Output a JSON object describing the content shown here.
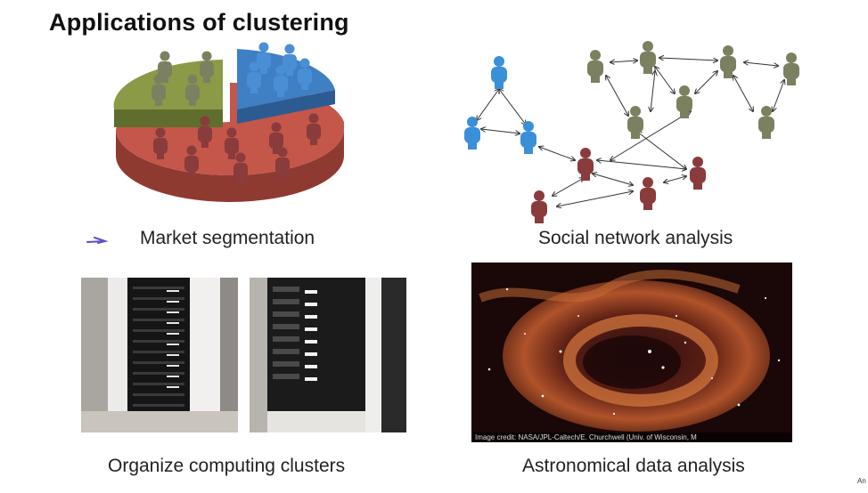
{
  "slide": {
    "title": "Applications of clustering",
    "corner_text": "An"
  },
  "panels": [
    {
      "caption": "Market segmentation",
      "image": "pie-chart-with-people-figures"
    },
    {
      "caption": "Social network analysis",
      "image": "social-network-graph-people"
    },
    {
      "caption": "Organize computing clusters",
      "image": "server-rack-photos"
    },
    {
      "caption": "Astronomical data analysis",
      "image": "nebula-space-photo"
    }
  ],
  "astronomy": {
    "credit": "Image credit: NASA/JPL-Caltech/E. Churchwell (Univ. of Wisconsin, M"
  },
  "colors": {
    "segment_green": "#8a9a46",
    "segment_blue": "#3f7fc4",
    "segment_red": "#c4564a",
    "person_blue": "#3a8fd9",
    "person_olive": "#7b8060",
    "person_maroon": "#8a3b3b",
    "pen_stroke": "#5a4fd0"
  }
}
